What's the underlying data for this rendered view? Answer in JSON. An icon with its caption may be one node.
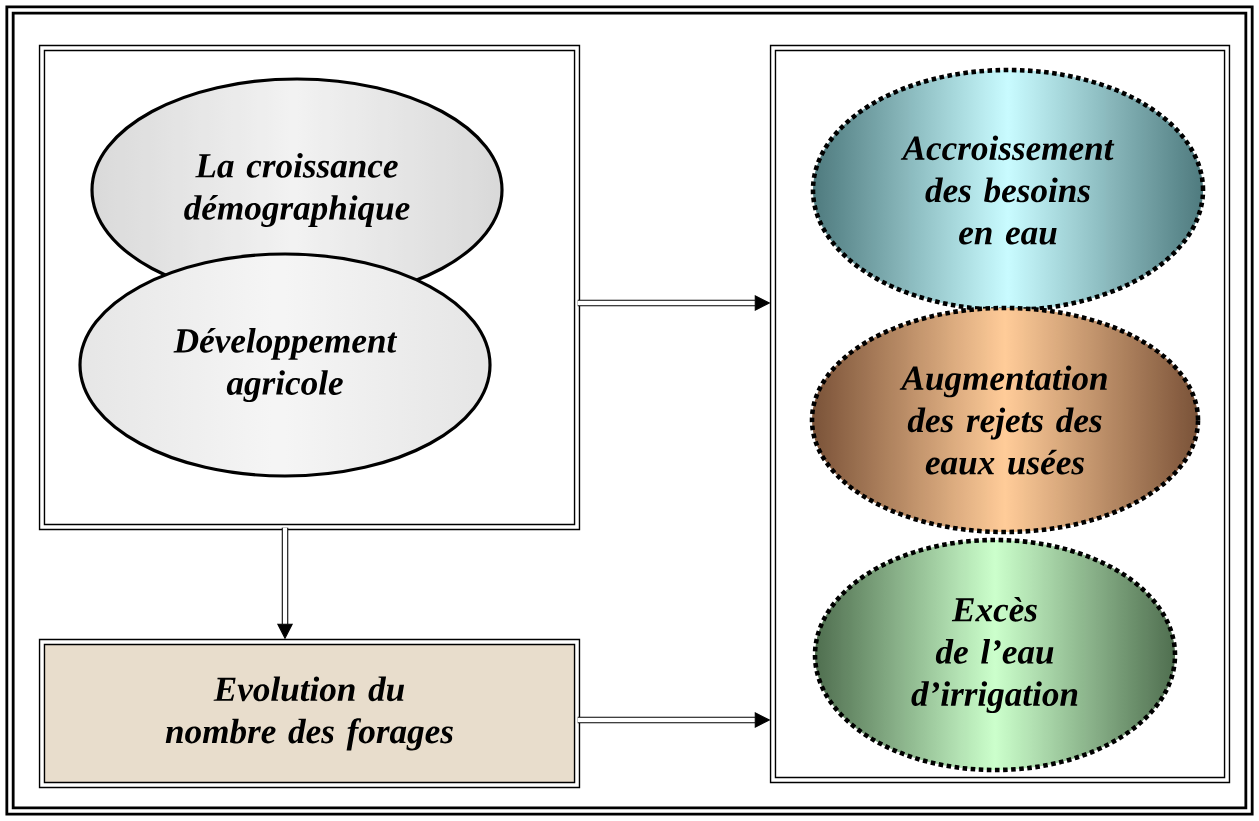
{
  "diagram": {
    "nodes": [
      {
        "text": [],
        "shape": "box"
      },
      {
        "text": [
          "La croissance démographique"
        ],
        "in": 0
      },
      {
        "text": [
          "Développement agricole"
        ],
        "in": 0
      },
      {
        "text": [
          "Evolution du nombre des forages"
        ]
      },
      {
        "text": [],
        "shape": "box"
      },
      {
        "text": [
          "Accroissement des besoins en eau"
        ],
        "in": 4
      },
      {
        "text": [
          "Augmentation des rejets des eaux usées"
        ],
        "in": 4
      },
      {
        "text": [
          "Excès de l’eau d’irrigation"
        ],
        "in": 4
      }
    ],
    "edges": [
      {
        "from": 0,
        "to": 4,
        "arrow": "to"
      },
      {
        "from": 0,
        "to": 3,
        "arrow": "to"
      },
      {
        "from": 3,
        "to": 4,
        "arrow": "to"
      }
    ]
  }
}
